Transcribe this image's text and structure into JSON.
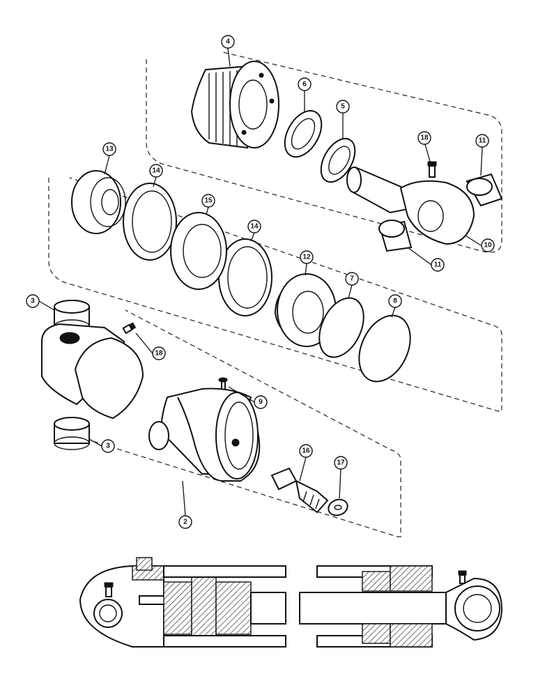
{
  "callouts": [
    {
      "id": "c4",
      "label": "4"
    },
    {
      "id": "c6",
      "label": "6"
    },
    {
      "id": "c5",
      "label": "5"
    },
    {
      "id": "c18a",
      "label": "18"
    },
    {
      "id": "c11a",
      "label": "11"
    },
    {
      "id": "c13",
      "label": "13"
    },
    {
      "id": "c14a",
      "label": "14"
    },
    {
      "id": "c15",
      "label": "15"
    },
    {
      "id": "c14b",
      "label": "14"
    },
    {
      "id": "c12",
      "label": "12"
    },
    {
      "id": "c7",
      "label": "7"
    },
    {
      "id": "c8",
      "label": "8"
    },
    {
      "id": "c10",
      "label": "10"
    },
    {
      "id": "c11b",
      "label": "11"
    },
    {
      "id": "c3a",
      "label": "3"
    },
    {
      "id": "c18b",
      "label": "18"
    },
    {
      "id": "c9",
      "label": "9"
    },
    {
      "id": "c3b",
      "label": "3"
    },
    {
      "id": "c16",
      "label": "16"
    },
    {
      "id": "c17",
      "label": "17"
    },
    {
      "id": "c2",
      "label": "2"
    }
  ]
}
